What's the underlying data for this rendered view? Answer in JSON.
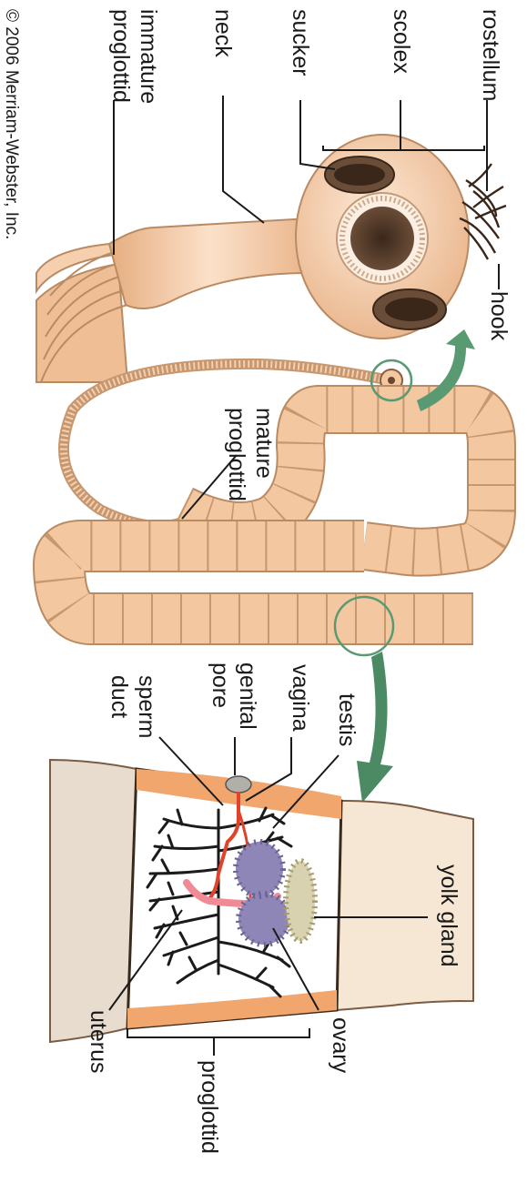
{
  "diagram": {
    "labels": {
      "rostellum": "rostellum",
      "scolex": "scolex",
      "sucker": "sucker",
      "hook": "hook",
      "neck": "neck",
      "immature_proglottid_line1": "immature",
      "immature_proglottid_line2": "proglottid",
      "mature_proglottid_line1": "mature",
      "mature_proglottid_line2": "proglottid",
      "testis": "testis",
      "vagina": "vagina",
      "genital_pore_line1": "genital",
      "genital_pore_line2": "pore",
      "sperm_duct_line1": "sperm",
      "sperm_duct_line2": "duct",
      "yolk_gland": "yolk gland",
      "ovary": "ovary",
      "uterus": "uterus",
      "proglottid": "proglottid"
    },
    "copyright": "© 2006 Merriam-Webster, Inc."
  },
  "colors": {
    "body_fill": "#f3c7a0",
    "body_light": "#fbe3cc",
    "body_outline": "#b98b63",
    "sucker_dark": "#4a3528",
    "arrow_green": "#5a9a72",
    "red_duct": "#e0432b",
    "pink_vagina": "#f08a94",
    "ovary_purple": "#8f86b8",
    "yolk_gland": "#d8d2b0",
    "uterus_black": "#1b1b1b"
  }
}
